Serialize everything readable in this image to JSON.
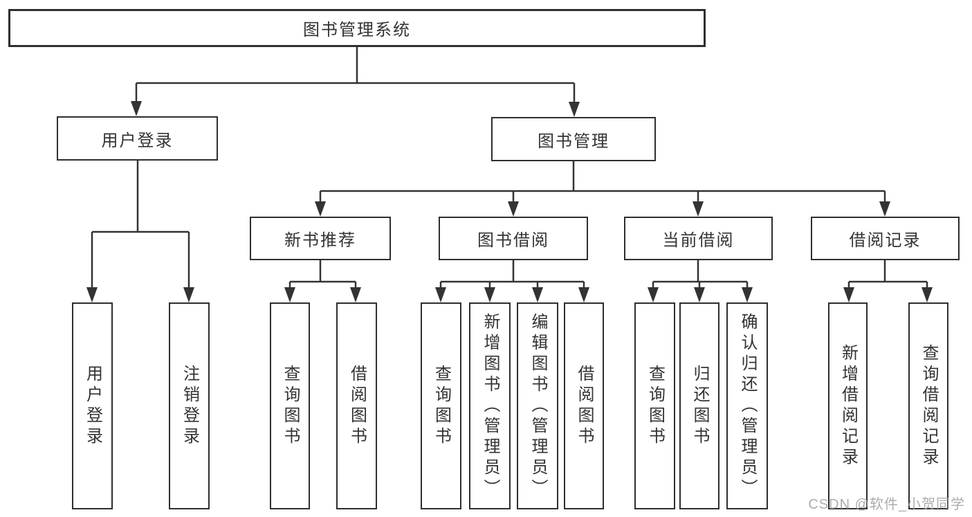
{
  "diagram": {
    "title": "图书管理系统",
    "root": {
      "label": "图书管理系统"
    },
    "level2": [
      {
        "label": "用户登录"
      },
      {
        "label": "图书管理"
      }
    ],
    "level3": [
      {
        "label": "新书推荐"
      },
      {
        "label": "图书借阅"
      },
      {
        "label": "当前借阅"
      },
      {
        "label": "借阅记录"
      }
    ],
    "leaves": [
      {
        "label": "用户登录",
        "parent": "用户登录"
      },
      {
        "label": "注销登录",
        "parent": "用户登录"
      },
      {
        "label": "查询图书",
        "parent": "新书推荐"
      },
      {
        "label": "借阅图书",
        "parent": "新书推荐"
      },
      {
        "label": "查询图书",
        "parent": "图书借阅"
      },
      {
        "label": "新增图书（管理员）",
        "parent": "图书借阅"
      },
      {
        "label": "编辑图书（管理员）",
        "parent": "图书借阅"
      },
      {
        "label": "借阅图书",
        "parent": "图书借阅"
      },
      {
        "label": "查询图书",
        "parent": "当前借阅"
      },
      {
        "label": "归还图书",
        "parent": "当前借阅"
      },
      {
        "label": "确认归还（管理员）",
        "parent": "当前借阅"
      },
      {
        "label": "新增借阅记录",
        "parent": "借阅记录"
      },
      {
        "label": "查询借阅记录",
        "parent": "借阅记录"
      }
    ],
    "colors": {
      "line": "#333333",
      "box_border": "#2e2e2e",
      "text": "#333333",
      "background": "#ffffff",
      "watermark": "#9e9e9e"
    }
  },
  "watermark": {
    "text": "CSDN @软件_小贺同学"
  }
}
